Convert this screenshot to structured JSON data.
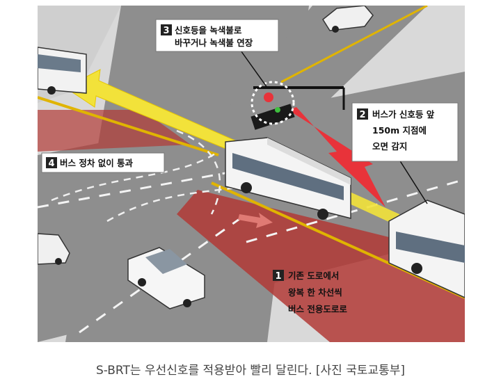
{
  "figure": {
    "callouts": [
      {
        "num": "1",
        "lines": [
          "기존 도로에서",
          "왕복 한 차선씩",
          "버스 전용도로로"
        ]
      },
      {
        "num": "2",
        "lines": [
          "버스가 신호등 앞",
          "150m 지점에",
          "오면 감지"
        ]
      },
      {
        "num": "3",
        "lines": [
          "신호등을 녹색불로",
          "바꾸거나 녹색불 연장"
        ]
      },
      {
        "num": "4",
        "lines": [
          "버스 정차 없이 통과"
        ]
      }
    ],
    "colors": {
      "road": "#8e8e8e",
      "ground": "#d9d9d9",
      "bus_lane": "#b23a36",
      "arrow": "#f2e23a",
      "signal_beam": "#e8333a",
      "lane_line": "#e0b400"
    }
  },
  "caption": "S-BRT는 우선신호를 적용받아 빨리 달린다. [사진 국토교통부]"
}
